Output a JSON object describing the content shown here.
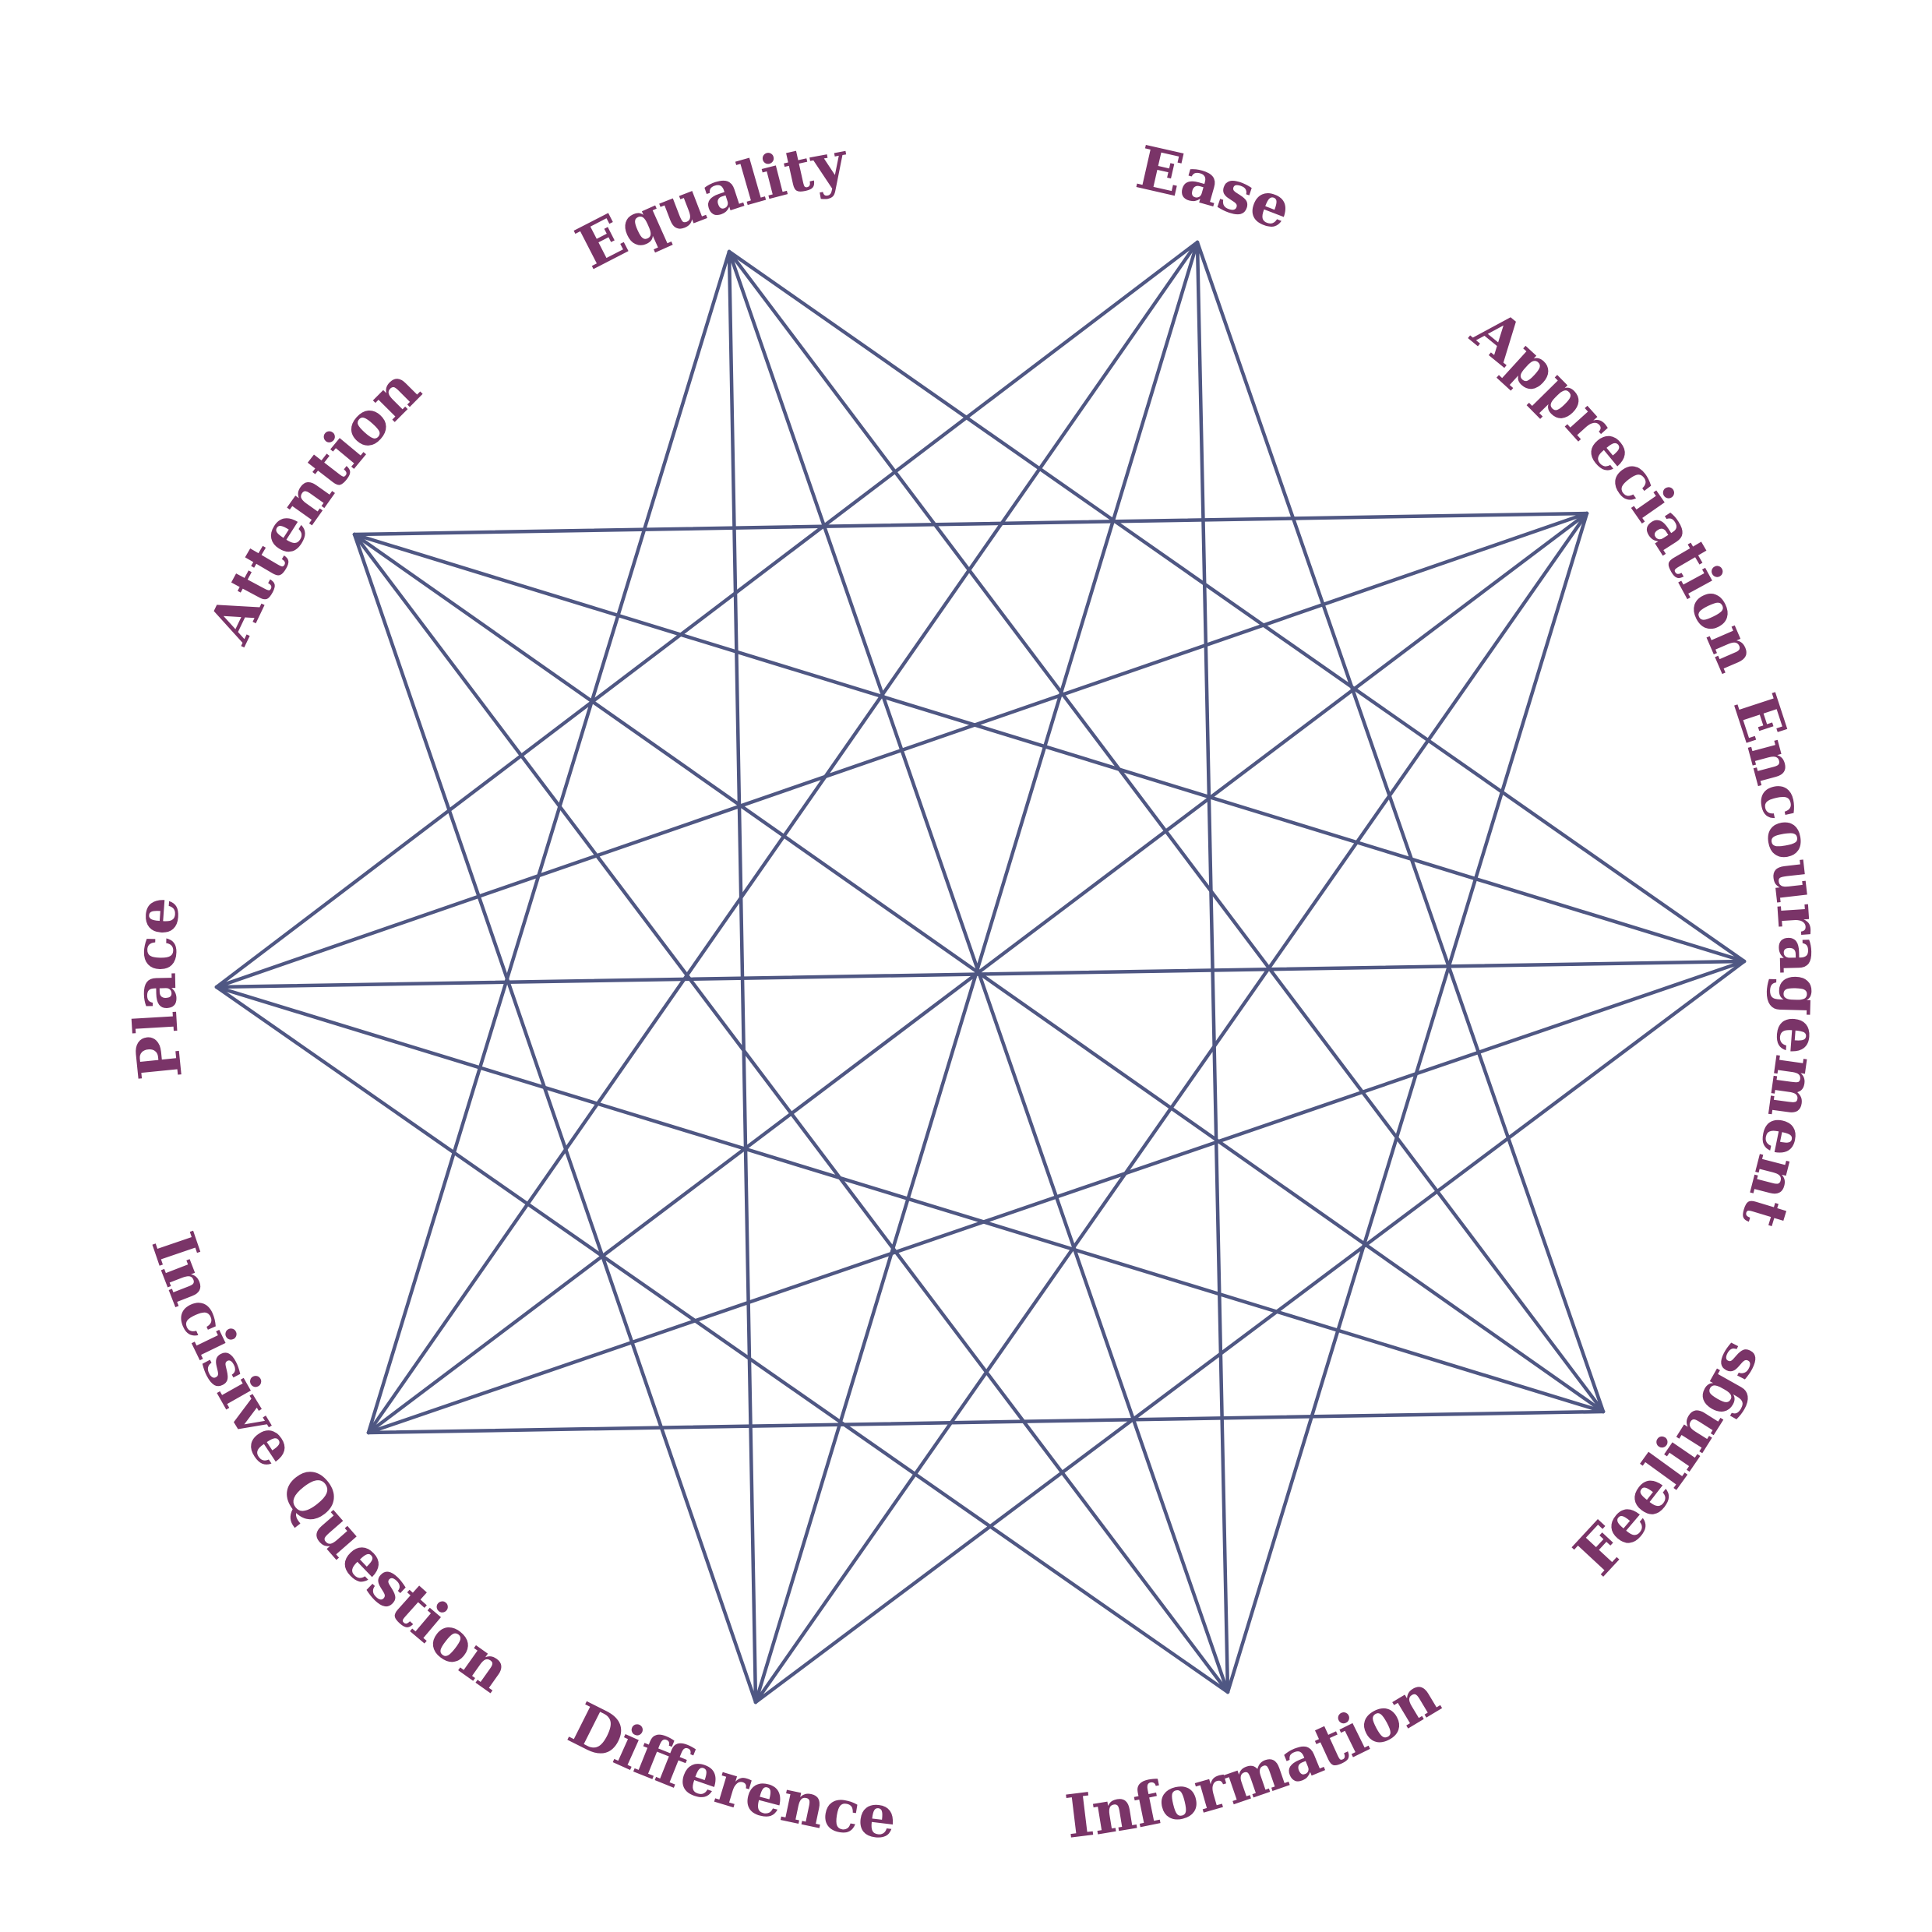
{
  "diagram": {
    "center_label": "",
    "line_color": "#4f5783",
    "label_color": "#7a3468",
    "components": [
      {
        "name": "Ease",
        "label": "Ease"
      },
      {
        "name": "Appreciation",
        "label": "Appreciation"
      },
      {
        "name": "Encouragement",
        "label": "Encouragement"
      },
      {
        "name": "Feelings",
        "label": "Feelings"
      },
      {
        "name": "Information",
        "label": "Information"
      },
      {
        "name": "Difference",
        "label": "Difference"
      },
      {
        "name": "Incisive Question",
        "label": "Incisive Question"
      },
      {
        "name": "Place",
        "label": "Place"
      },
      {
        "name": "Attention",
        "label": "Attention"
      },
      {
        "name": "Equality",
        "label": "Equality"
      }
    ]
  }
}
